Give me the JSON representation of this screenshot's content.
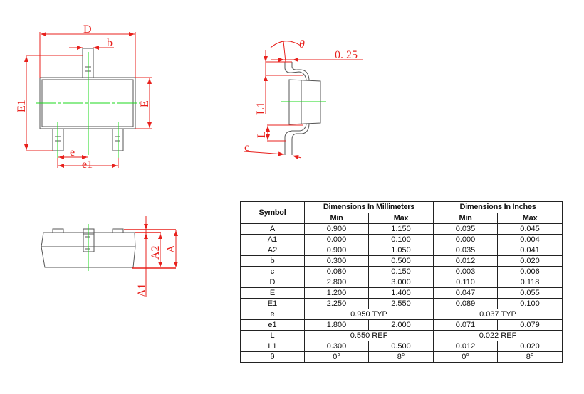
{
  "drawing_labels": {
    "D": "D",
    "b": "b",
    "E1": "E1",
    "E": "E",
    "e": "e",
    "e1": "e1",
    "theta": "θ",
    "gauge": "0. 25",
    "L1": "L1",
    "L": "L",
    "c": "c",
    "A": "A",
    "A1": "A1",
    "A2": "A2"
  },
  "colors": {
    "dimension": "#e8201c",
    "centerline": "#1ed81e",
    "outline": "#555555"
  },
  "table": {
    "symbol_header": "Symbol",
    "mm_header": "Dimensions In Millimeters",
    "in_header": "Dimensions In Inches",
    "sub_headers": [
      "Min",
      "Max",
      "Min",
      "Max"
    ],
    "rows": [
      [
        "A",
        "0.900",
        "1.150",
        "0.035",
        "0.045"
      ],
      [
        "A1",
        "0.000",
        "0.100",
        "0.000",
        "0.004"
      ],
      [
        "A2",
        "0.900",
        "1.050",
        "0.035",
        "0.041"
      ],
      [
        "b",
        "0.300",
        "0.500",
        "0.012",
        "0.020"
      ],
      [
        "c",
        "0.080",
        "0.150",
        "0.003",
        "0.006"
      ],
      [
        "D",
        "2.800",
        "3.000",
        "0.110",
        "0.118"
      ],
      [
        "E",
        "1.200",
        "1.400",
        "0.047",
        "0.055"
      ],
      [
        "E1",
        "2.250",
        "2.550",
        "0.089",
        "0.100"
      ],
      [
        "e",
        "0.950 TYP",
        "0.037 TYP"
      ],
      [
        "e1",
        "1.800",
        "2.000",
        "0.071",
        "0.079"
      ],
      [
        "L",
        "0.550 REF",
        "0.022 REF"
      ],
      [
        "L1",
        "0.300",
        "0.500",
        "0.012",
        "0.020"
      ],
      [
        "θ",
        "0°",
        "8°",
        "0°",
        "8°"
      ]
    ]
  }
}
